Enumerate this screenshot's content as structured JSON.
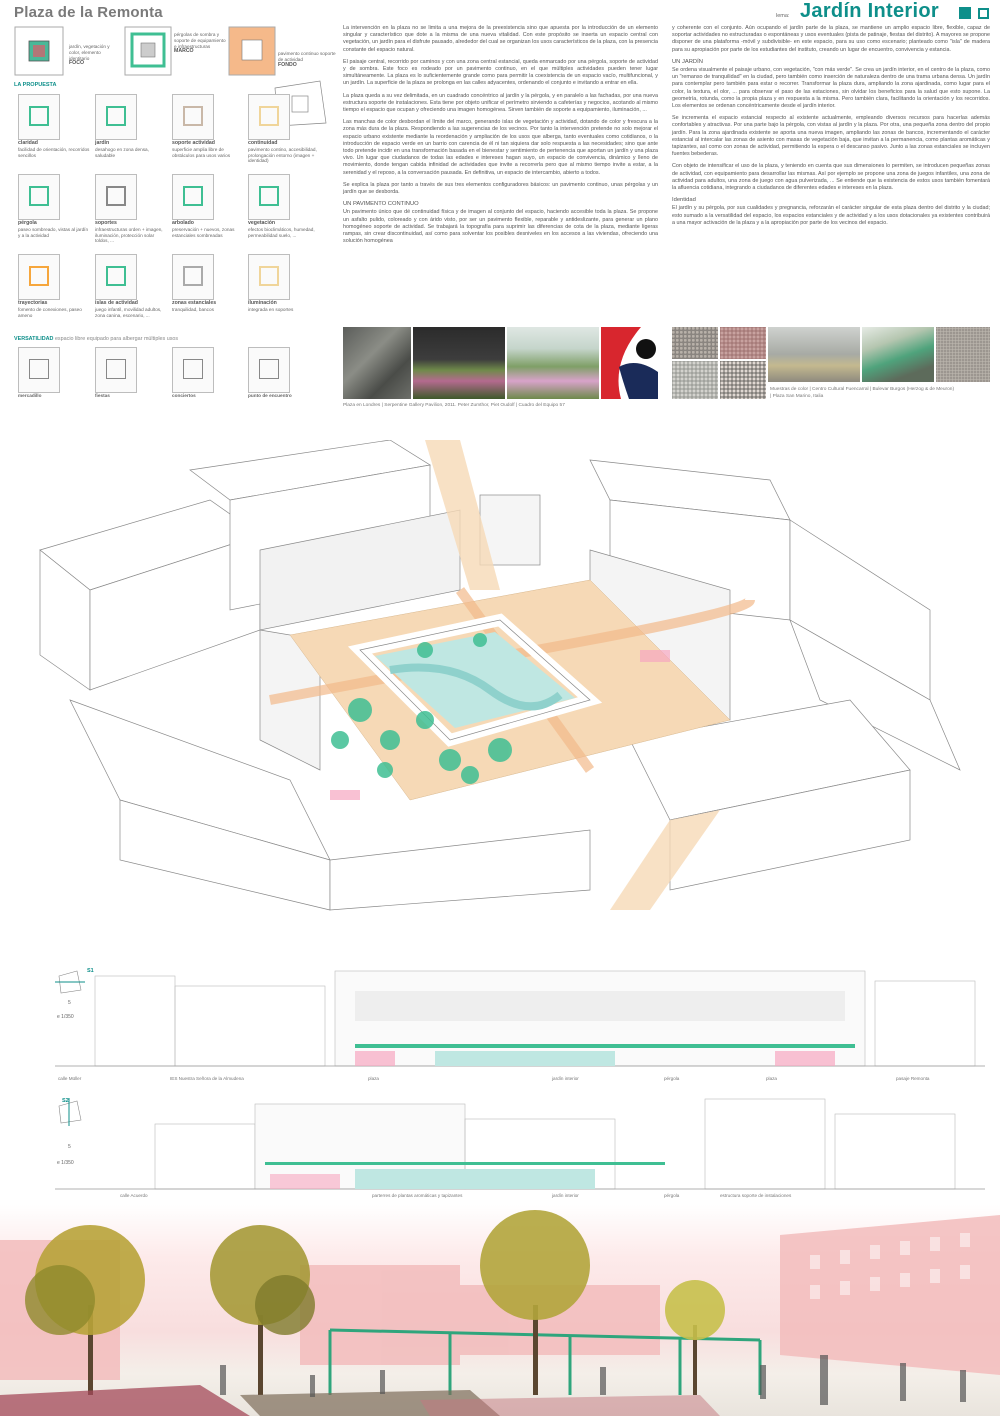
{
  "header": {
    "site_title": "Plaza de la Remonta",
    "lema_label": "lema:",
    "project_title": "Jardín Interior"
  },
  "concept": {
    "foco": {
      "text": "jardín, vegetación y color, elemento identitario",
      "label": "FOCO"
    },
    "marco": {
      "text": "pérgolas de sombra y soporte de equipamiento e infraestructuras",
      "label": "MARCO"
    },
    "fondo": {
      "text": "pavimento continuo soporte de actividad",
      "label": "FONDO"
    }
  },
  "propuesta": {
    "heading": "LA PROPUESTA",
    "items": [
      {
        "title": "claridad",
        "desc": "facilidad de orientación, recorridos sencillos"
      },
      {
        "title": "jardín",
        "desc": "desahogo en zona densa, saludable"
      },
      {
        "title": "soporte actividad",
        "desc": "superficie amplia libre de obstáculos para usos varios"
      },
      {
        "title": "continuidad",
        "desc": "pavimento contino, accesibilidad, prolongación entorno (imagen + identidad)"
      },
      {
        "title": "pérgola",
        "desc": "paseo sombreado, vistas al jardín y a la actividad"
      },
      {
        "title": "soportes",
        "desc": "infraestructuras orden + imagen, iluminación, protección solar toldos, ..."
      },
      {
        "title": "arbolado",
        "desc": "preservación + nuevos, zonas estanciales sombreadas"
      },
      {
        "title": "vegetación",
        "desc": "efectos bioclimáticos, humedad, permeabilidad suelo, ..."
      },
      {
        "title": "trayectorias",
        "desc": "fomento de conexiones, paseo ameno"
      },
      {
        "title": "islas de actividad",
        "desc": "juego infantil, movilidad adultos, zona canina, escenario, ..."
      },
      {
        "title": "zonas estanciales",
        "desc": "tranquilidad, bancos"
      },
      {
        "title": "iluminación",
        "desc": "integrada en soportes"
      }
    ]
  },
  "versatilidad": {
    "heading": "VERSATILIDAD",
    "subtitle": "espacio libre equipado para albergar múltiples usos",
    "items": [
      "mercadillo",
      "fiestas",
      "conciertos",
      "punto de encuentro"
    ]
  },
  "text_col1": {
    "p1": "La intervención en la plaza no se limita a una mejora de la preexistencia sino que apuesta por la introducción de un elemento singular y característico que dote a la misma de una nueva vitalidad. Con este propósito se inserta un espacio central con vegetación, un jardín para el disfrute pausado, alrededor del cual se organizan los usos característicos de la plaza, con la presencia constante del espacio natural.",
    "p2": "El paisaje central, recorrido por caminos y con una zona central estancial, queda enmarcado por una pérgola, soporte de actividad y de sombra. Este foco es rodeado por un pavimento continuo, en el que múltiples actividades pueden tener lugar simultáneamente. La plaza es lo suficientemente grande como para permitir la coexistencia de un espacio vacío, multifuncional, y un jardín. La superficie de la plaza se prolonga en las calles adyacentes, ordenando el conjunto e invitando a entrar en ella.",
    "p3": "La plaza queda a su vez delimitada, en un cuadrado concéntrico al jardín y la pérgola, y en paralelo a las fachadas, por una nueva estructura soporte de instalaciones. Esta tiene por objeto unificar el perímetro sirviendo a cafeterías y negocios, acotando al mismo tiempo el espacio que ocupan y ofreciendo una imagen homogénea. Sirven también de soporte a equipamiento, iluminación, ...",
    "p4": "Las manchas de color desbordan el límite del marco, generando islas de vegetación y actividad, dotando de color y frescura a la zona más dura de la plaza. Respondiendo a las sugerencias de los vecinos. Por tanto la intervención pretende no solo mejorar el espacio urbano existente mediante la reordenación y ampliación de los usos que alberga, tanto eventuales como cotidianos, o la introducción de espacio verde en un barrio con carencia de él ni tan siquiera dar solo respuesta a las necesidades; sino que ante todo pretende incidir en una transformación basada en el bienestar y sentimiento de pertenencia que aportan un jardín y una plaza vivo. Un lugar que ciudadanos de todas las edades e intereses hagan suyo, un espacio de convivencia, dinámico y lleno de movimiento, donde tengan cabida infinidad de actividades que invite a recorrerla pero que al mismo tiempo invite a estar, a la serenidad y el reposo, a la conversación pausada. En definitiva, un espacio de intercambio, abierto a todos.",
    "p5": "Se explica la plaza por tanto a través de sus tres elementos configuradores básicos: un pavimento continuo, unas pérgolas y un jardín que se desborda.",
    "h_pav": "UN PAVIMENTO CONTINUO",
    "p6": "Un pavimento único que dé continuidad física y de imagen al conjunto del espacio, haciendo accesible toda la plaza. Se propone un asfalto pulido, coloreado y con árido visto, por ser un pavimento flexible, reparable y antideslizante, para generar un plano homogéneo soporte de actividad. Se trabajará la topografía para suprimir las diferencias de cota de la plaza, mediante ligeras rampas, sin crear discontinuidad, así como para solventar los posibles desniveles en los accesos a las viviendas, ofreciendo una solución homogénea"
  },
  "text_col2": {
    "p1": "y coherente con el conjunto. Aún ocupando el jardín parte de la plaza, se mantiene un amplio espacio libre, flexible, capaz de soportar actividades no estructuradas o espontáneas y usos eventuales (pista de patinaje, fiestas del distrito). A mayores se propone disponer de una plataforma -móvil y subdivisible- en este espacio, para su uso como escenario; planteado como \"isla\" de madera para su apropiación por parte de los estudiantes del instituto, creando un lugar de encuentro, convivencia y estancia.",
    "h_jardin": "UN JARDÍN",
    "p2": "Se ordena visualmente el paisaje urbano, con vegetación, \"con más verde\". Se crea un jardín interior, en el centro de la plaza, como un \"remanso de tranquilidad\" en la ciudad, pero también como inserción de naturaleza dentro de una trama urbana densa. Un jardín para contemplar pero también para estar o recorrer. Transformar la plaza dura, ampliando la zona ajardinada, como lugar para el color, la textura, el olor, ... para observar el paso de las estaciones, sin olvidar los beneficios para la salud que esto supone. La geometría, rotunda, como la propia plaza y en respuesta a la misma. Pero también clara, facilitando la orientación y los recorridos. Los elementos se ordenan concéntricamente desde el jardín interior.",
    "p3": "Se incrementa el espacio estancial respecto al existente actualmente, empleando diversos recursos para hacerlas además confortables y atractivas. Por una parte bajo la pérgola, con vistas al jardín y la plaza. Por otra, una pequeña zona dentro del propio jardín. Para la zona ajardinada existente se aporta una nueva imagen, ampliando las zonas de bancos, incrementando el carácter estancial al intercalar las zonas de asiento con masas de vegetación baja, que invitan a la permanencia, como plantas aromáticas y tapizantes, así como con zonas de actividad, permitiendo la espera o el descanso pasivo. Junto a las zonas estanciales se incluyen fuentes bebederas.",
    "p4": "Con objeto de intensificar el uso de la plaza, y teniendo en cuenta que sus dimensiones lo permiten, se introducen pequeñas zonas de actividad, con equipamiento para desarrollar las mismas. Así por ejemplo se propone una zona de juegos infantiles, una zona de actividad para adultos, una zona de juego con agua pulverizada, ... Se entiende que la existencia de estos usos también fomentará la afluencia cotidiana, integrando a ciudadanos de diferentes edades e intereses en la plaza.",
    "h_ident": "Identidad",
    "p5": "El jardín y su pérgola, por sus cualidades y pregnancia, reforzarán el carácter singular de esta plaza dentro del distrito y la ciudad; esto sumado a la versatilidad del espacio, los espacios estanciales y de actividad y a los usos dotacionales ya existentes contribuirá a una mayor activación de la plaza y a la apropiación por parte de los vecinos del espacio."
  },
  "references": {
    "left_caption": "Plaza en Londres | Serpentine Gallery Pavilion, 2011. Peter Zumthor, Piet Oudolf | Cuadro del Equipo 57",
    "right_caption_1": "Muestras de color | Centro Cultural Fuencarral | Bulevar Burgos (Herzog & de Meuron)",
    "right_caption_2": "| Plaza San Marino, Italia"
  },
  "section1": {
    "tag": "S1",
    "scale": "e 1/350",
    "scale_num": "5",
    "labels": [
      "calle Müller",
      "IES Nuestra Señora de la Almudena",
      "plaza",
      "jardín interior",
      "pérgola",
      "plaza",
      "pasaje Remonta"
    ]
  },
  "section2": {
    "tag": "S2",
    "scale": "e 1/350",
    "scale_num": "5",
    "labels": [
      "calle Acuerdo",
      "parterres de plantas aromáticas y tapizantes",
      "jardín interior",
      "pérgola",
      "estructura soporte de instalaciones"
    ]
  },
  "colors": {
    "accent": "#0e8f8a",
    "paving": "#f6d9b6",
    "garden": "#3fbf93",
    "facade": "#f1c2c2"
  }
}
